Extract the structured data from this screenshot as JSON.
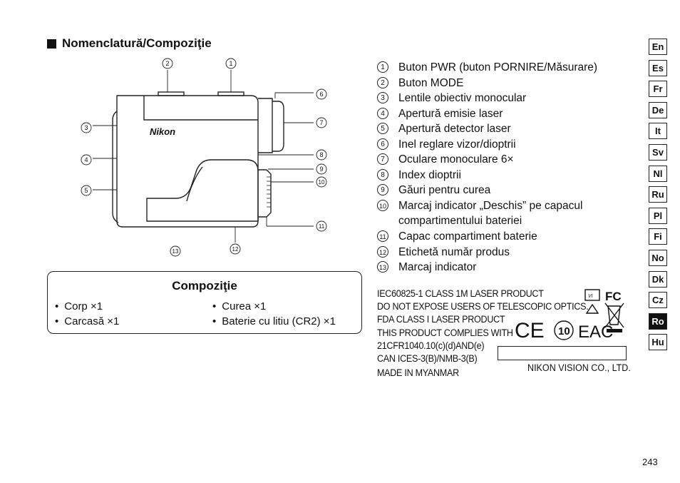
{
  "section_title": "Nomenclatură/Compoziţie",
  "diagram": {
    "brand": "Nikon",
    "callouts": [
      "1",
      "2",
      "3",
      "4",
      "5",
      "6",
      "7",
      "8",
      "9",
      "10",
      "11",
      "12",
      "13"
    ]
  },
  "composition": {
    "title": "Compoziţie",
    "items": [
      "Corp ×1",
      "Curea ×1",
      "Carcasă ×1",
      "Baterie cu litiu (CR2) ×1"
    ]
  },
  "legend": [
    {
      "n": "1",
      "text": "Buton PWR (buton PORNIRE/Măsurare)"
    },
    {
      "n": "2",
      "text": "Buton MODE"
    },
    {
      "n": "3",
      "text": "Lentile obiectiv monocular"
    },
    {
      "n": "4",
      "text": "Apertură emisie laser"
    },
    {
      "n": "5",
      "text": "Apertură detector laser"
    },
    {
      "n": "6",
      "text": "Inel reglare vizor/dioptrii"
    },
    {
      "n": "7",
      "text": "Oculare monoculare 6×"
    },
    {
      "n": "8",
      "text": "Index dioptrii"
    },
    {
      "n": "9",
      "text": "Găuri pentru curea"
    },
    {
      "n": "10",
      "text": "Marcaj indicator „Deschis” pe capacul",
      "text2": "compartimentului bateriei"
    },
    {
      "n": "11",
      "text": "Capac compartiment baterie"
    },
    {
      "n": "12",
      "text": "Etichetă număr produs"
    },
    {
      "n": "13",
      "text": "Marcaj indicator"
    }
  ],
  "product_label": {
    "lines": [
      "IEC60825-1 CLASS 1M LASER PRODUCT",
      "DO NOT EXPOSE USERS OF TELESCOPIC OPTICS.",
      "FDA CLASS I LASER PRODUCT",
      "THIS PRODUCT COMPLIES WITH",
      "21CFR1040.10(c)(d)AND(e)",
      "CAN ICES-3(B)/NMB-3(B)",
      "MADE IN MYANMAR"
    ],
    "manufacturer": "NIKON VISION CO., LTD.",
    "marks": {
      "fc": "FC",
      "ce": "CE",
      "rohs": "10",
      "eac": "EAC",
      "vi": "VI"
    }
  },
  "languages": [
    "En",
    "Es",
    "Fr",
    "De",
    "It",
    "Sv",
    "Nl",
    "Ru",
    "Pl",
    "Fi",
    "No",
    "Dk",
    "Cz",
    "Ro",
    "Hu"
  ],
  "active_language": "Ro",
  "page_number": "243"
}
